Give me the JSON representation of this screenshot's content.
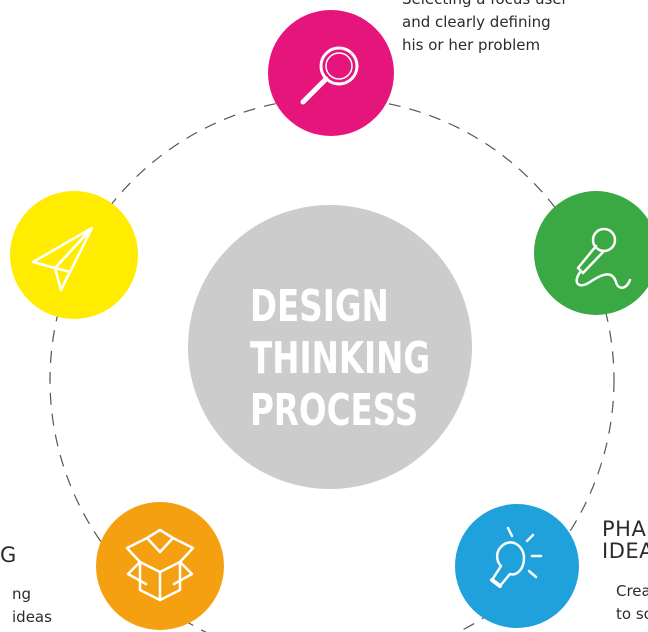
{
  "center": {
    "lines": [
      "DESIGN",
      "THINKING",
      "PROCESS"
    ],
    "color": "#cccccc"
  },
  "nodes": [
    {
      "name": "define",
      "icon": "magnifying-glass-icon",
      "color": "#e6157c"
    },
    {
      "name": "interview",
      "icon": "microphone-icon",
      "color": "#3aa843"
    },
    {
      "name": "ideate",
      "icon": "lightbulb-icon",
      "color": "#1fa1dc"
    },
    {
      "name": "prototype",
      "icon": "open-box-icon",
      "color": "#f4a011"
    },
    {
      "name": "test",
      "icon": "paper-plane-icon",
      "color": "#ffec00"
    }
  ],
  "texts": {
    "define_line1": "Selecting a focus user",
    "define_line2": "and clearly defining",
    "define_line3": "his or her problem",
    "ideate_phase_line1": "PHA",
    "ideate_phase_line2": "IDEA",
    "ideate_desc_line1": "Creat",
    "ideate_desc_line2": "to so",
    "prototype_phase_end": "G",
    "prototype_desc_line1": "ng",
    "prototype_desc_line2": "ideas"
  }
}
